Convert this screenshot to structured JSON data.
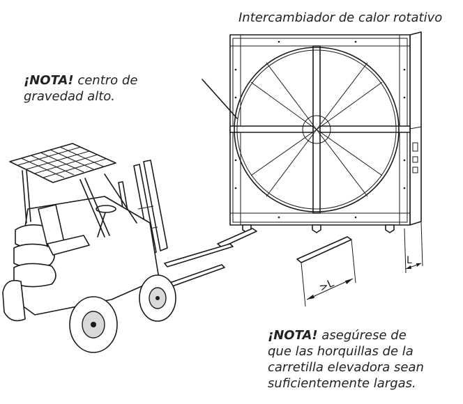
{
  "title": "Intercambiador de calor rotativo",
  "note1": {
    "emph": "¡NOTA!",
    "line1": " centro de",
    "line2": "gravedad alto."
  },
  "note2": {
    "emph": "¡NOTA!",
    "line1": " asegúrese de",
    "line2": "que las horquillas de la",
    "line3": "carretilla elevadora sean",
    "line4": "suficientemente largas."
  },
  "dimensions": {
    "fork_length": ">L",
    "leg_length": "L"
  }
}
